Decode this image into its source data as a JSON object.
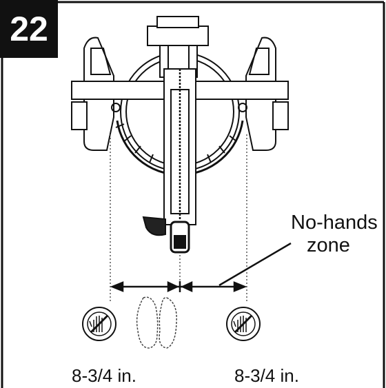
{
  "step": {
    "number": "22"
  },
  "zone": {
    "label_line1": "No-hands",
    "label_line2": "zone"
  },
  "distances": {
    "left": "8-3/4 in.",
    "right": "8-3/4 in."
  },
  "icons": {
    "saw": "miter-saw-top-view-icon",
    "no_hands": "no-hands-prohibition-icon",
    "footprints": "footprints-icon"
  }
}
